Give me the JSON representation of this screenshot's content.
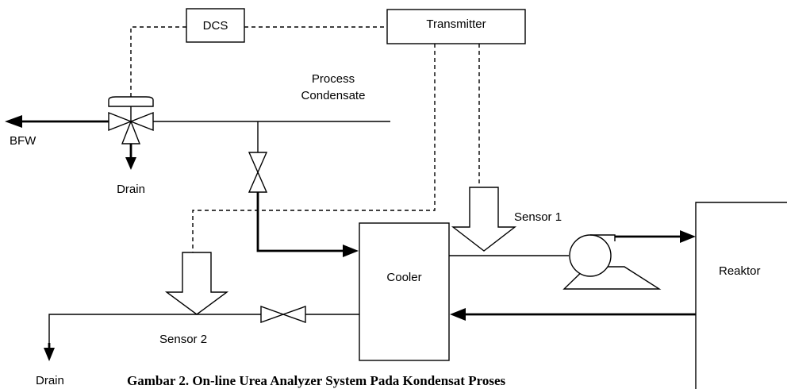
{
  "labels": {
    "dcs": "DCS",
    "transmitter": "Transmitter",
    "process_line1": "Process",
    "process_line2": "Condensate",
    "bfw": "BFW",
    "drain_top": "Drain",
    "drain_bottom": "Drain",
    "sensor1": "Sensor 1",
    "sensor2": "Sensor 2",
    "cooler": "Cooler",
    "reaktor": "Reaktor"
  },
  "caption": "Gambar 2. On-line Urea Analyzer System Pada Kondensat Proses"
}
